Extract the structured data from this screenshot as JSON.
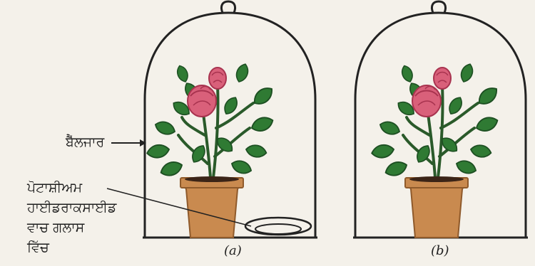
{
  "labels": {
    "bell_jar": "ਬੈੱਲਜਾਰ",
    "koh_line1": "ਪੋਟਾਸ਼ੀਅਮ",
    "koh_line2": "ਹਾਈਡਰਾਕਸਾਈਡ",
    "koh_line3": "ਵਾਚ ਗਲਾਸ",
    "koh_line4": "ਵਿੱਚ"
  },
  "captions": {
    "a": "(a)",
    "b": "(b)"
  },
  "colors": {
    "outline": "#222222",
    "leaf": "#2f7a33",
    "leaf_dark": "#1d4f22",
    "stem": "#2a5a2a",
    "rose": "#d9607a",
    "rose_dark": "#a8334f",
    "pot": "#c98a4f",
    "pot_dark": "#8f5a2b",
    "soil": "#3b2417"
  }
}
